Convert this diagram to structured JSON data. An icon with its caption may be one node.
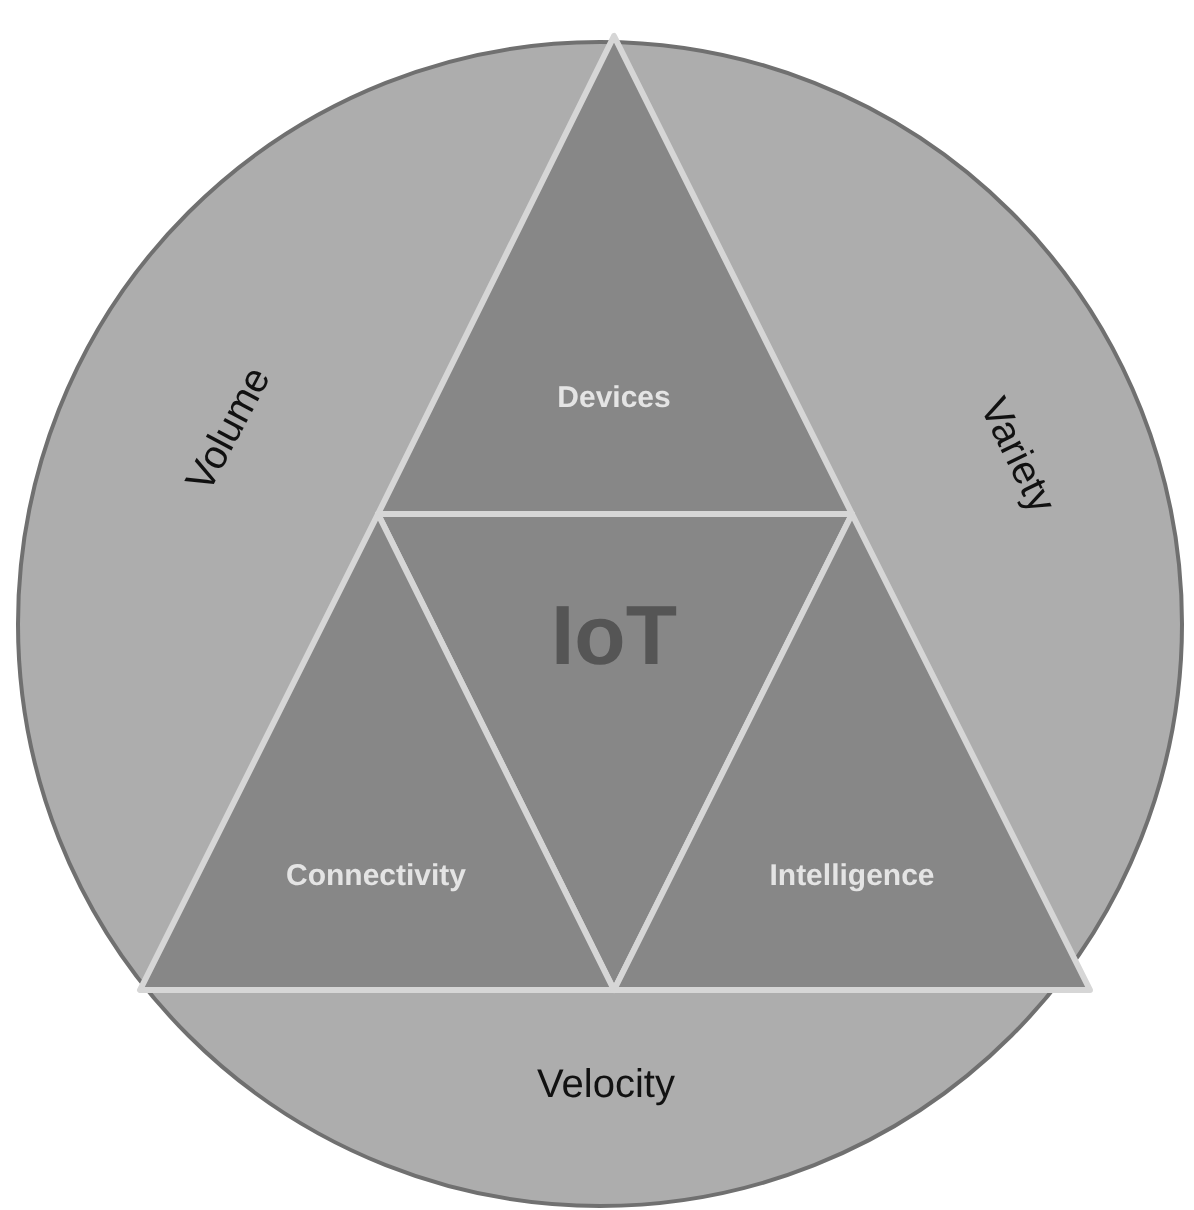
{
  "diagram": {
    "nodes": [
      {
        "text": [
          "Volume",
          "Variety",
          "Velocity"
        ]
      },
      {
        "text": [
          "Devices"
        ],
        "in": 0
      },
      {
        "text": [
          "IoT"
        ],
        "in": 0
      },
      {
        "text": [
          "Connectivity"
        ],
        "in": 0
      },
      {
        "text": [
          "Intelligence"
        ],
        "in": 0
      }
    ]
  }
}
